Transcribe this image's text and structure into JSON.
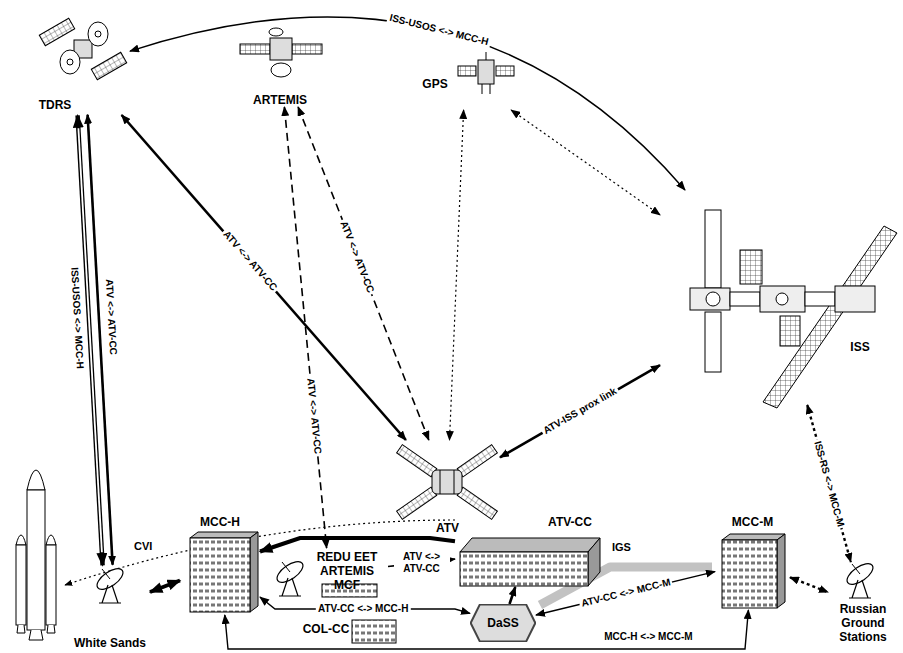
{
  "diagram": {
    "nodes": [
      {
        "text": [
          "TDRS"
        ]
      },
      {
        "text": [
          "ARTEMIS"
        ]
      },
      {
        "text": [
          "GPS"
        ]
      },
      {
        "text": [
          "ATV"
        ]
      },
      {
        "text": [
          "ISS"
        ]
      },
      {
        "text": [
          "White Sands"
        ]
      },
      {
        "text": [
          "MCC-H"
        ]
      },
      {
        "text": [
          "REDU EET ARTEMIS MCF"
        ]
      },
      {
        "text": [
          "ATV-CC"
        ]
      },
      {
        "text": [
          "MCC-M"
        ]
      },
      {
        "text": [
          "Russian Ground Stations"
        ]
      },
      {
        "text": [
          "COL-CC"
        ]
      },
      {
        "text": [
          "DaSS"
        ]
      }
    ],
    "edges": [
      {
        "from": 0,
        "to": 4,
        "arrow": "both",
        "label": "ISS-USOS <-> MCC-H"
      },
      {
        "from": 0,
        "to": 5,
        "arrow": "both",
        "label": "ISS-USOS <-> MCC-H"
      },
      {
        "from": 0,
        "to": 5,
        "arrow": "both",
        "label": "ATV <-> ATV-CC"
      },
      {
        "from": 0,
        "to": 3,
        "arrow": "both",
        "label": "ATV <-> ATV-CC"
      },
      {
        "from": 1,
        "to": 3,
        "arrow": "both",
        "label": "ATV <-> ATV-CC"
      },
      {
        "from": 1,
        "to": 7,
        "arrow": "both",
        "label": "ATV <-> ATV-CC"
      },
      {
        "from": 2,
        "to": 3,
        "arrow": "both"
      },
      {
        "from": 2,
        "to": 4,
        "arrow": "both"
      },
      {
        "from": 3,
        "to": 4,
        "arrow": "both",
        "label": "ATV-ISS prox link"
      },
      {
        "from": 4,
        "to": 10,
        "arrow": "both",
        "label": "ISS-RS <-> MCC-M"
      },
      {
        "from": 5,
        "to": 6,
        "arrow": "both"
      },
      {
        "from": 7,
        "to": 8,
        "arrow": "to",
        "label": "ATV <-> ATV-CC"
      },
      {
        "from": 8,
        "to": 6,
        "arrow": "to"
      },
      {
        "from": 12,
        "to": 8,
        "arrow": "to"
      },
      {
        "from": 12,
        "to": 6,
        "arrow": "both",
        "label": "ATV-CC <-> MCC-H"
      },
      {
        "from": 12,
        "to": 9,
        "arrow": "both",
        "label": "ATV-CC <-> MCC-M"
      },
      {
        "from": 6,
        "to": 9,
        "arrow": "both",
        "label": "MCC-H <-> MCC-M"
      },
      {
        "from": 9,
        "to": 10,
        "arrow": "both"
      }
    ],
    "labels": [
      "IGS",
      "CVI"
    ]
  }
}
